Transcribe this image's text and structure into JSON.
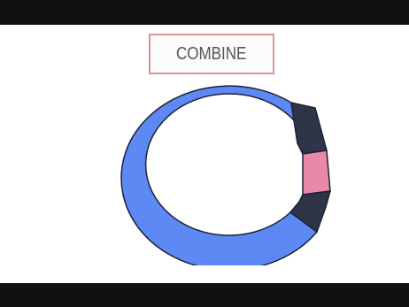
{
  "combine_button": {
    "label": "COMBINE"
  },
  "ring": {
    "segments": [
      {
        "name": "blue",
        "color": "#5c89f4"
      },
      {
        "name": "dark",
        "color": "#2f3448"
      },
      {
        "name": "pink",
        "color": "#ea88a8"
      }
    ],
    "outline_color": "#1b2236",
    "background_color": "#ffffff"
  },
  "frame": {
    "bar_color": "#111111"
  }
}
